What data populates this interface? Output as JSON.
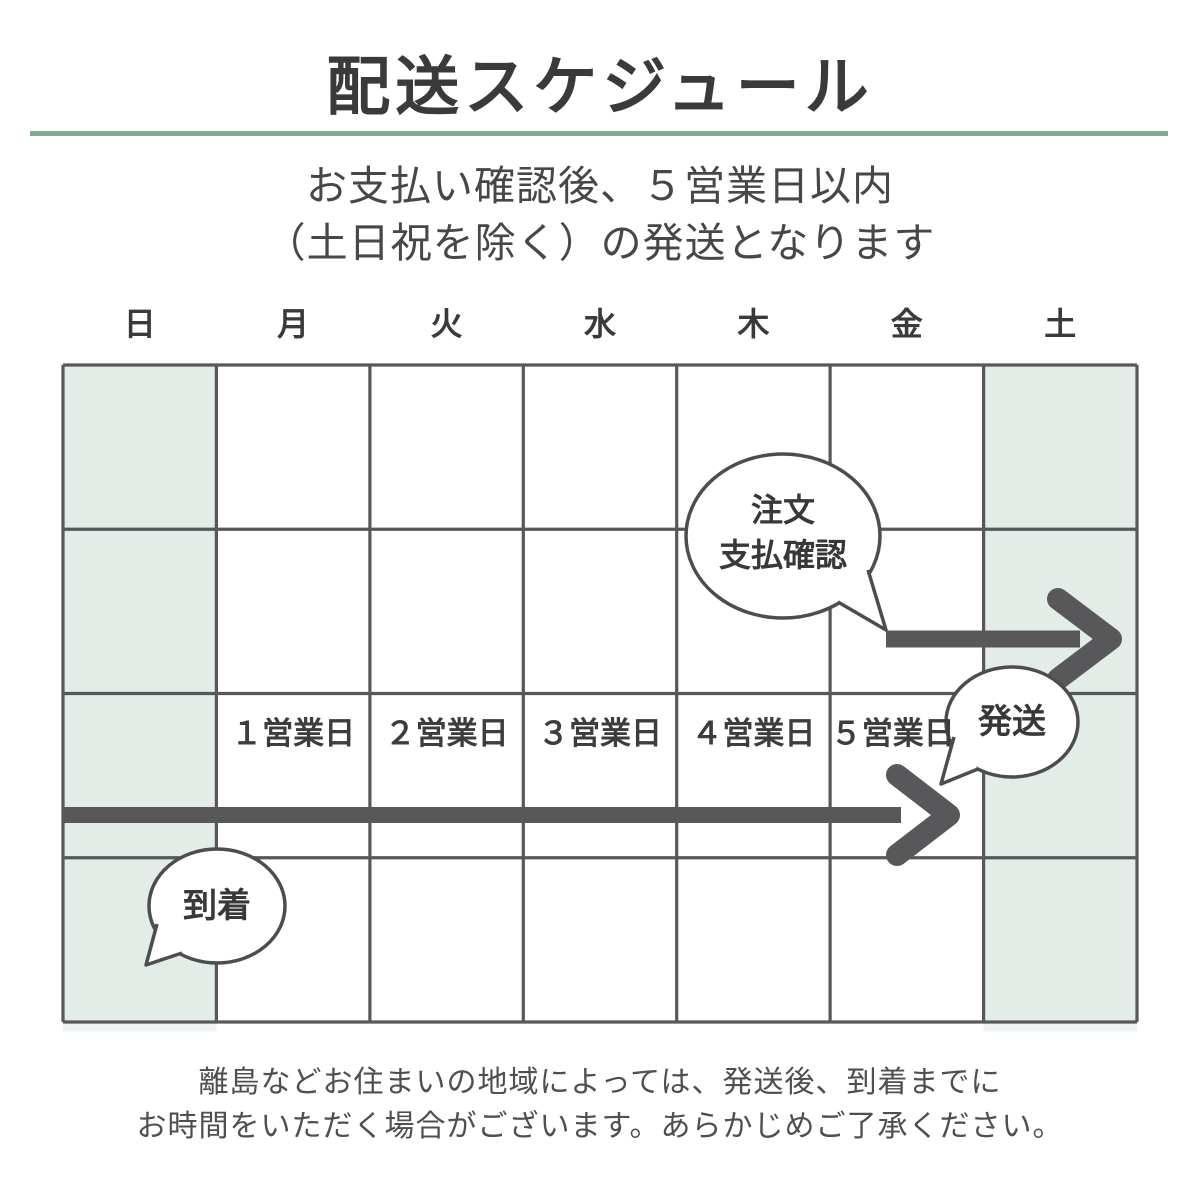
{
  "title": "配送スケジュール",
  "subtitle": {
    "line1": "お支払い確認後、５営業日以内",
    "line2": "（土日祝を除く）の発送となります"
  },
  "calendar": {
    "day_headers": [
      "日",
      "月",
      "火",
      "水",
      "木",
      "金",
      "土"
    ],
    "business_day_labels": [
      "１営業日",
      "２営業日",
      "３営業日",
      "４営業日",
      "５営業日"
    ],
    "shaded_days": [
      "日",
      "土"
    ]
  },
  "bubbles": {
    "order": {
      "line1": "注文",
      "line2": "支払確認"
    },
    "ship": {
      "label": "発送"
    },
    "arrival": {
      "label": "到着"
    }
  },
  "footer": {
    "line1": "離島などお住まいの地域によっては、発送後、到着までに",
    "line2": "お時間をいただく場合がございます。あらかじめご了承ください。"
  },
  "colors": {
    "accent_green": "#7fac93",
    "weekend_shade": "#e3ece7",
    "line_gray": "#58585a",
    "arrow_gray": "#58585a",
    "bubble_stroke": "#4d4d4d",
    "text_dark": "#3a3a3a"
  }
}
